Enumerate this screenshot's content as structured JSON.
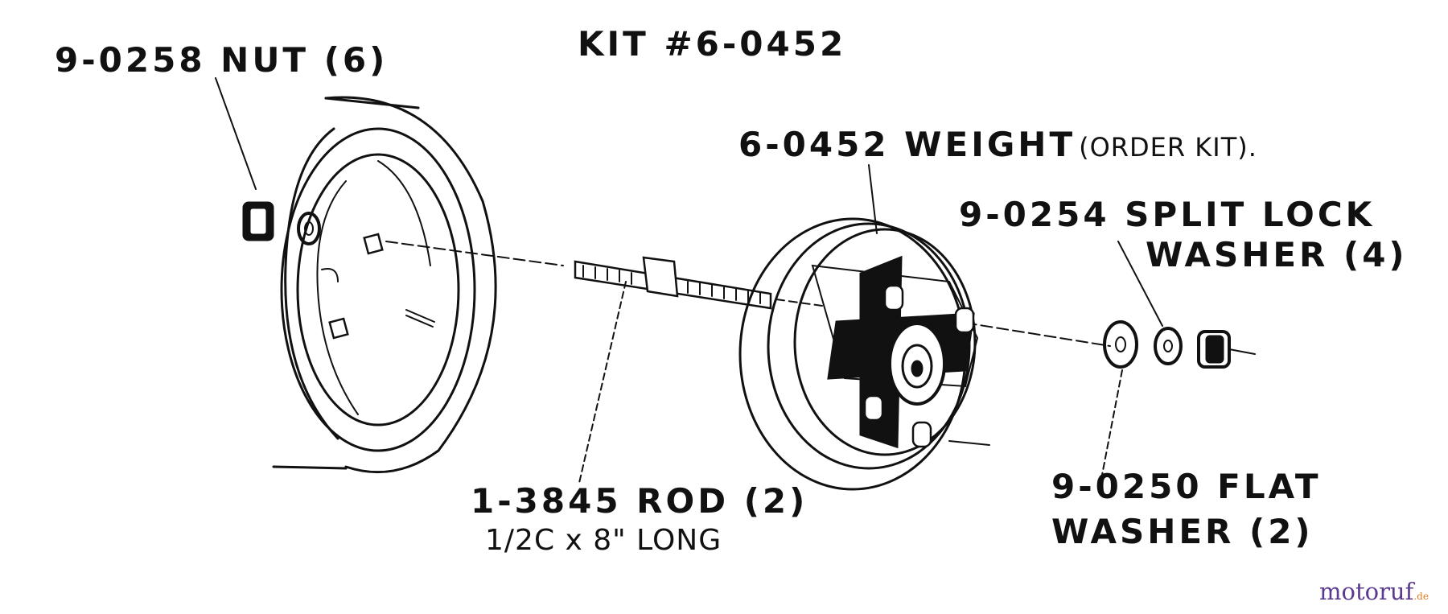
{
  "title": "KIT #6-0452",
  "labels": {
    "nut": "9-0258 NUT (6)",
    "weight": "6-0452 WEIGHT",
    "weight_note": "(ORDER KIT).",
    "split_lock_1": "9-0254 SPLIT LOCK",
    "split_lock_2": "WASHER (4)",
    "rod": "1-3845 ROD (2)",
    "rod_spec": "1/2C x 8\" LONG",
    "flat_washer_1": "9-0250 FLAT",
    "flat_washer_2": "WASHER (2)"
  },
  "watermark": {
    "brand": "motoruf",
    "suffix": ".de"
  }
}
